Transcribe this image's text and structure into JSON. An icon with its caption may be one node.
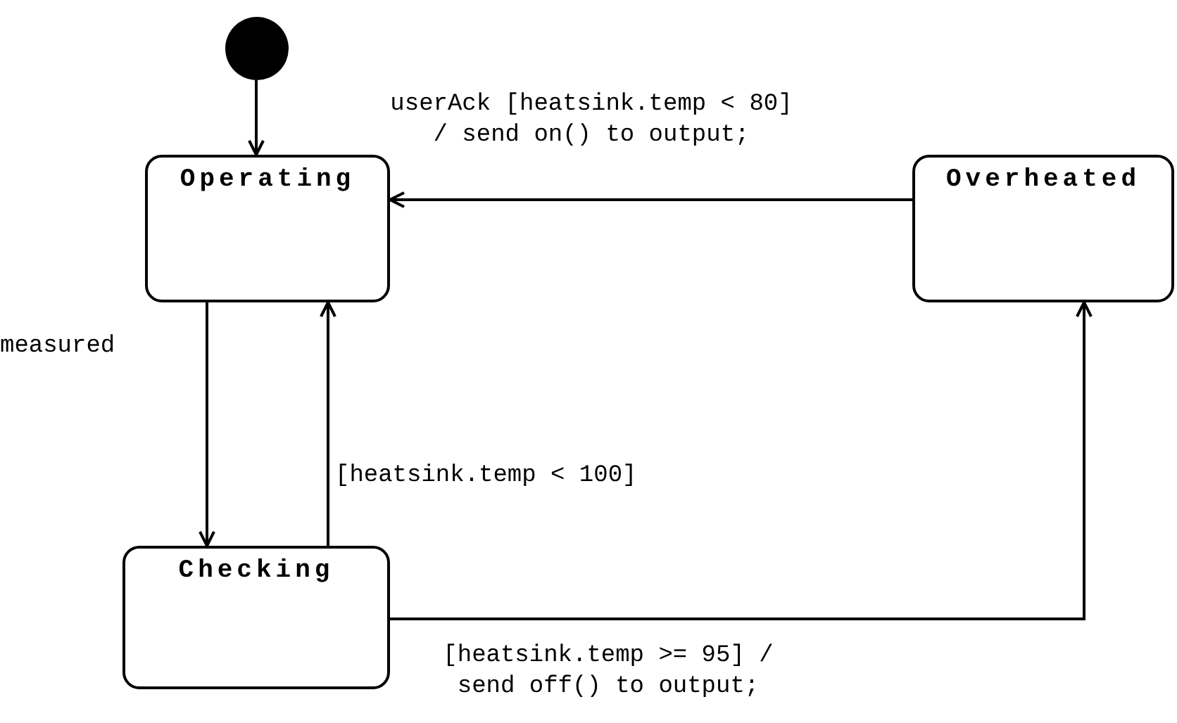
{
  "diagram": {
    "nodes": [
      {
        "text": [],
        "shape": "circle"
      },
      {
        "text": [
          "Operating"
        ]
      },
      {
        "text": [
          "Overheated"
        ]
      },
      {
        "text": [
          "Checking"
        ]
      }
    ],
    "edges": [
      {
        "from": 0,
        "to": 1,
        "arrow": "to"
      },
      {
        "from": 2,
        "to": 1,
        "arrow": "to",
        "label": "userAck [heatsink.temp < 80] / send on() to output;"
      },
      {
        "from": 1,
        "to": 3,
        "arrow": "to",
        "label": "measured"
      },
      {
        "from": 3,
        "to": 1,
        "arrow": "to",
        "label": "[heatsink.temp < 100]"
      },
      {
        "from": 3,
        "to": 2,
        "arrow": "to",
        "label": "[heatsink.temp >= 95] / send off() to output;"
      }
    ]
  }
}
